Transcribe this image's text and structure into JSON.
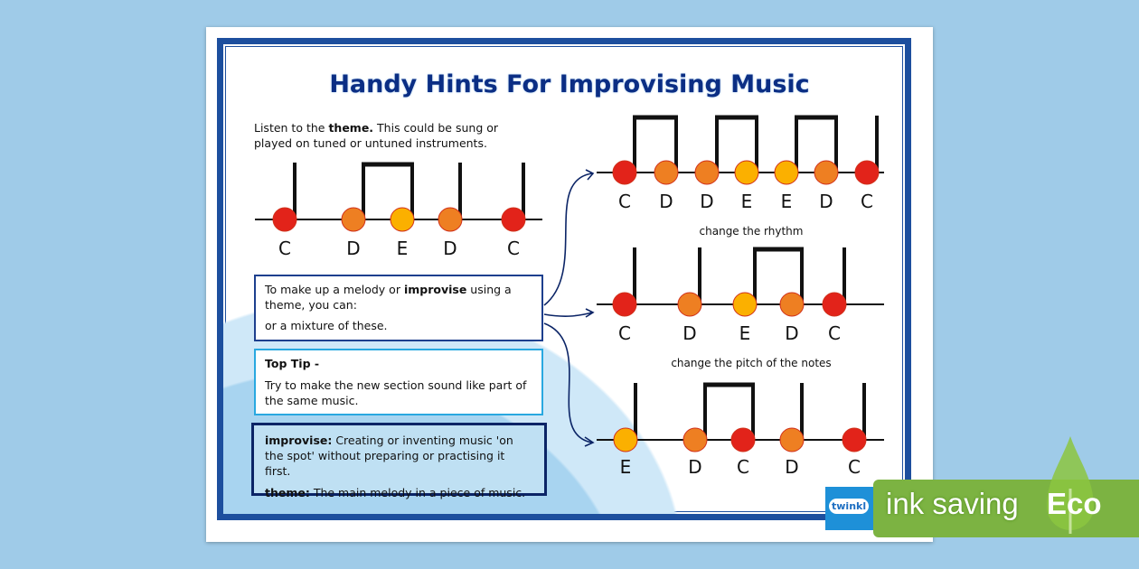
{
  "title": "Handy Hints For Improvising Music",
  "intro": {
    "pre": "Listen to the ",
    "bold": "theme.",
    "post": " This could be sung or played on tuned or untuned instruments."
  },
  "box_improvise": {
    "pre": "To make up a melody or ",
    "bold": "improvise",
    "post": " using a theme, you can:",
    "line2": "or a mixture of these."
  },
  "top_tip": {
    "heading": "Top Tip -",
    "text": "Try to make the new section sound like part of the same music."
  },
  "glossary": [
    {
      "term": "improvise:",
      "def": " Creating or inventing music 'on the spot' without preparing or practising it first."
    },
    {
      "term": "theme:",
      "def": " The main melody in a piece of music."
    }
  ],
  "colors": {
    "C": "#e2231a",
    "D": "#ee7f22",
    "E": "#fbb000",
    "frame": "#1d4f9e"
  },
  "staves": [
    {
      "notes": [
        "C",
        "D",
        "E",
        "D",
        "C"
      ],
      "caption": ""
    },
    {
      "notes": [
        "C",
        "D",
        "D",
        "E",
        "E",
        "D",
        "C"
      ],
      "caption": "change the rhythm"
    },
    {
      "notes": [
        "C",
        "D",
        "E",
        "D",
        "C"
      ],
      "caption": "change the pitch of the notes"
    },
    {
      "notes": [
        "E",
        "D",
        "C",
        "D",
        "C"
      ],
      "caption": ""
    }
  ],
  "badge": {
    "logo": "twinkl",
    "ink_saving": "ink saving",
    "eco": "Eco"
  }
}
